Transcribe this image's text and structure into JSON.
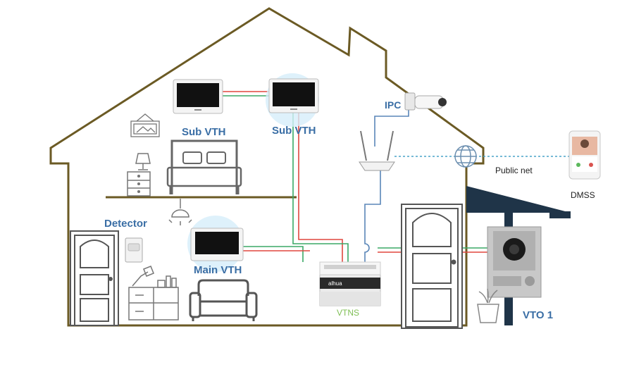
{
  "labels": {
    "sub_vth_left": "Sub VTH",
    "sub_vth_right": "Sub VTH",
    "ipc": "IPC",
    "public_net": "Public net",
    "dmss": "DMSS",
    "detector": "Detector",
    "main_vth": "Main VTH",
    "vtns": "VTNS",
    "vto": "VTO 1"
  },
  "brand_mark": "alhua",
  "colors": {
    "wall": "#6b5a24",
    "label_blue": "#3a6ea5",
    "wire_red": "#e0473f",
    "wire_green": "#3aa866",
    "wire_blue": "#5a86b8",
    "wireless_dash": "#4aa3c8",
    "roof_navy": "#1f3448",
    "vtns_label": "#7fbf55"
  },
  "icons": {
    "monitor": "monitor-icon",
    "camera": "bullet-camera-icon",
    "router": "wifi-router-icon",
    "globe": "globe-icon",
    "phone": "smartphone-icon",
    "door": "door-icon",
    "bed": "bed-icon",
    "lamp": "lamp-icon",
    "sofa": "sofa-icon",
    "sensor": "motion-detector-icon",
    "plant": "potted-plant-icon",
    "doorbell": "video-door-station-icon",
    "switch": "network-switch-icon",
    "picture": "picture-frame-icon",
    "nightstand": "nightstand-icon",
    "desk": "desk-icon",
    "ceiling_light": "ceiling-light-icon"
  }
}
